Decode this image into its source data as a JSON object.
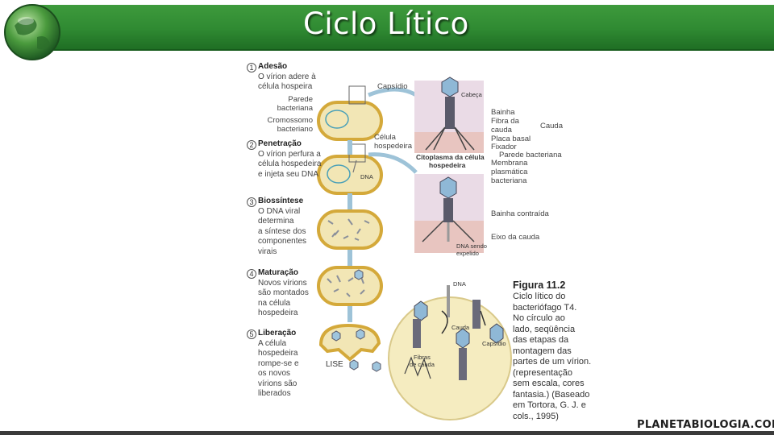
{
  "slide": {
    "title": "Ciclo Lítico",
    "logo_text": "PLANETABIOLOGIA.COM",
    "colors": {
      "banner": "#2f8a32",
      "cell_membrane": "#d4a93a",
      "cell_fill": "#f2e6b5",
      "text": "#333333"
    }
  },
  "steps": [
    {
      "number": "1",
      "heading": "Adesão",
      "lines": [
        "O vírion adere à",
        "célula hospeira"
      ]
    },
    {
      "number": "2",
      "heading": "Penetração",
      "lines": [
        "O vírion perfura a",
        "célula hospedeira",
        "e injeta seu DNA"
      ]
    },
    {
      "number": "3",
      "heading": "Biossíntese",
      "lines": [
        "O DNA viral",
        "determina",
        "a síntese dos",
        "componentes",
        "virais"
      ]
    },
    {
      "number": "4",
      "heading": "Maturação",
      "lines": [
        "Novos vírions",
        "são montados",
        "na célula",
        "hospedeira"
      ]
    },
    {
      "number": "5",
      "heading": "Liberação",
      "lines": [
        "A célula",
        "hospedeira",
        "rompe-se e",
        "os novos",
        "vírions são",
        "liberados"
      ]
    }
  ],
  "labels": {
    "parede_bacteriana": [
      "Parede",
      "bacteriana"
    ],
    "cromossomo_bacteriano": [
      "Cromossomo",
      "bacteriano"
    ],
    "capsideo": "Capsídio",
    "celula_hospedeira": [
      "Célula",
      "hospedeira"
    ],
    "dna": "DNA",
    "cabeca": "Cabeça",
    "bainha": "Bainha",
    "fibra_da_cauda": [
      "Fibra da",
      "cauda"
    ],
    "cauda": "Cauda",
    "placa_basal": "Placa basal",
    "fixador": "Fixador",
    "parede_bacteriana_2": "Parede bacteriana",
    "citoplasma": [
      "Citoplasma da célula",
      "hospedeira"
    ],
    "membrana": [
      "Membrana",
      "plasmática",
      "bacteriana"
    ],
    "bainha_contraida": "Bainha contraída",
    "eixo_da_cauda": "Eixo da cauda",
    "dna_expelido": [
      "DNA sendo",
      "expelido"
    ],
    "lise": "LISE",
    "circle_dna": "DNA",
    "circle_cauda": "Cauda",
    "circle_capsideo": "Capsídio",
    "circle_fibras": [
      "Fibras",
      "de cauda"
    ]
  },
  "caption": {
    "title": "Figura 11.2",
    "lines": [
      "Ciclo lítico do",
      "bacteriófago T4.",
      "No círculo ao",
      "lado, seqüência",
      "das etapas da",
      "montagem das",
      "partes de um vírion.",
      "(representação",
      "sem escala, cores",
      "fantasia.) (Baseado",
      "em Tortora, G. J. e",
      "cols., 1995)"
    ]
  }
}
